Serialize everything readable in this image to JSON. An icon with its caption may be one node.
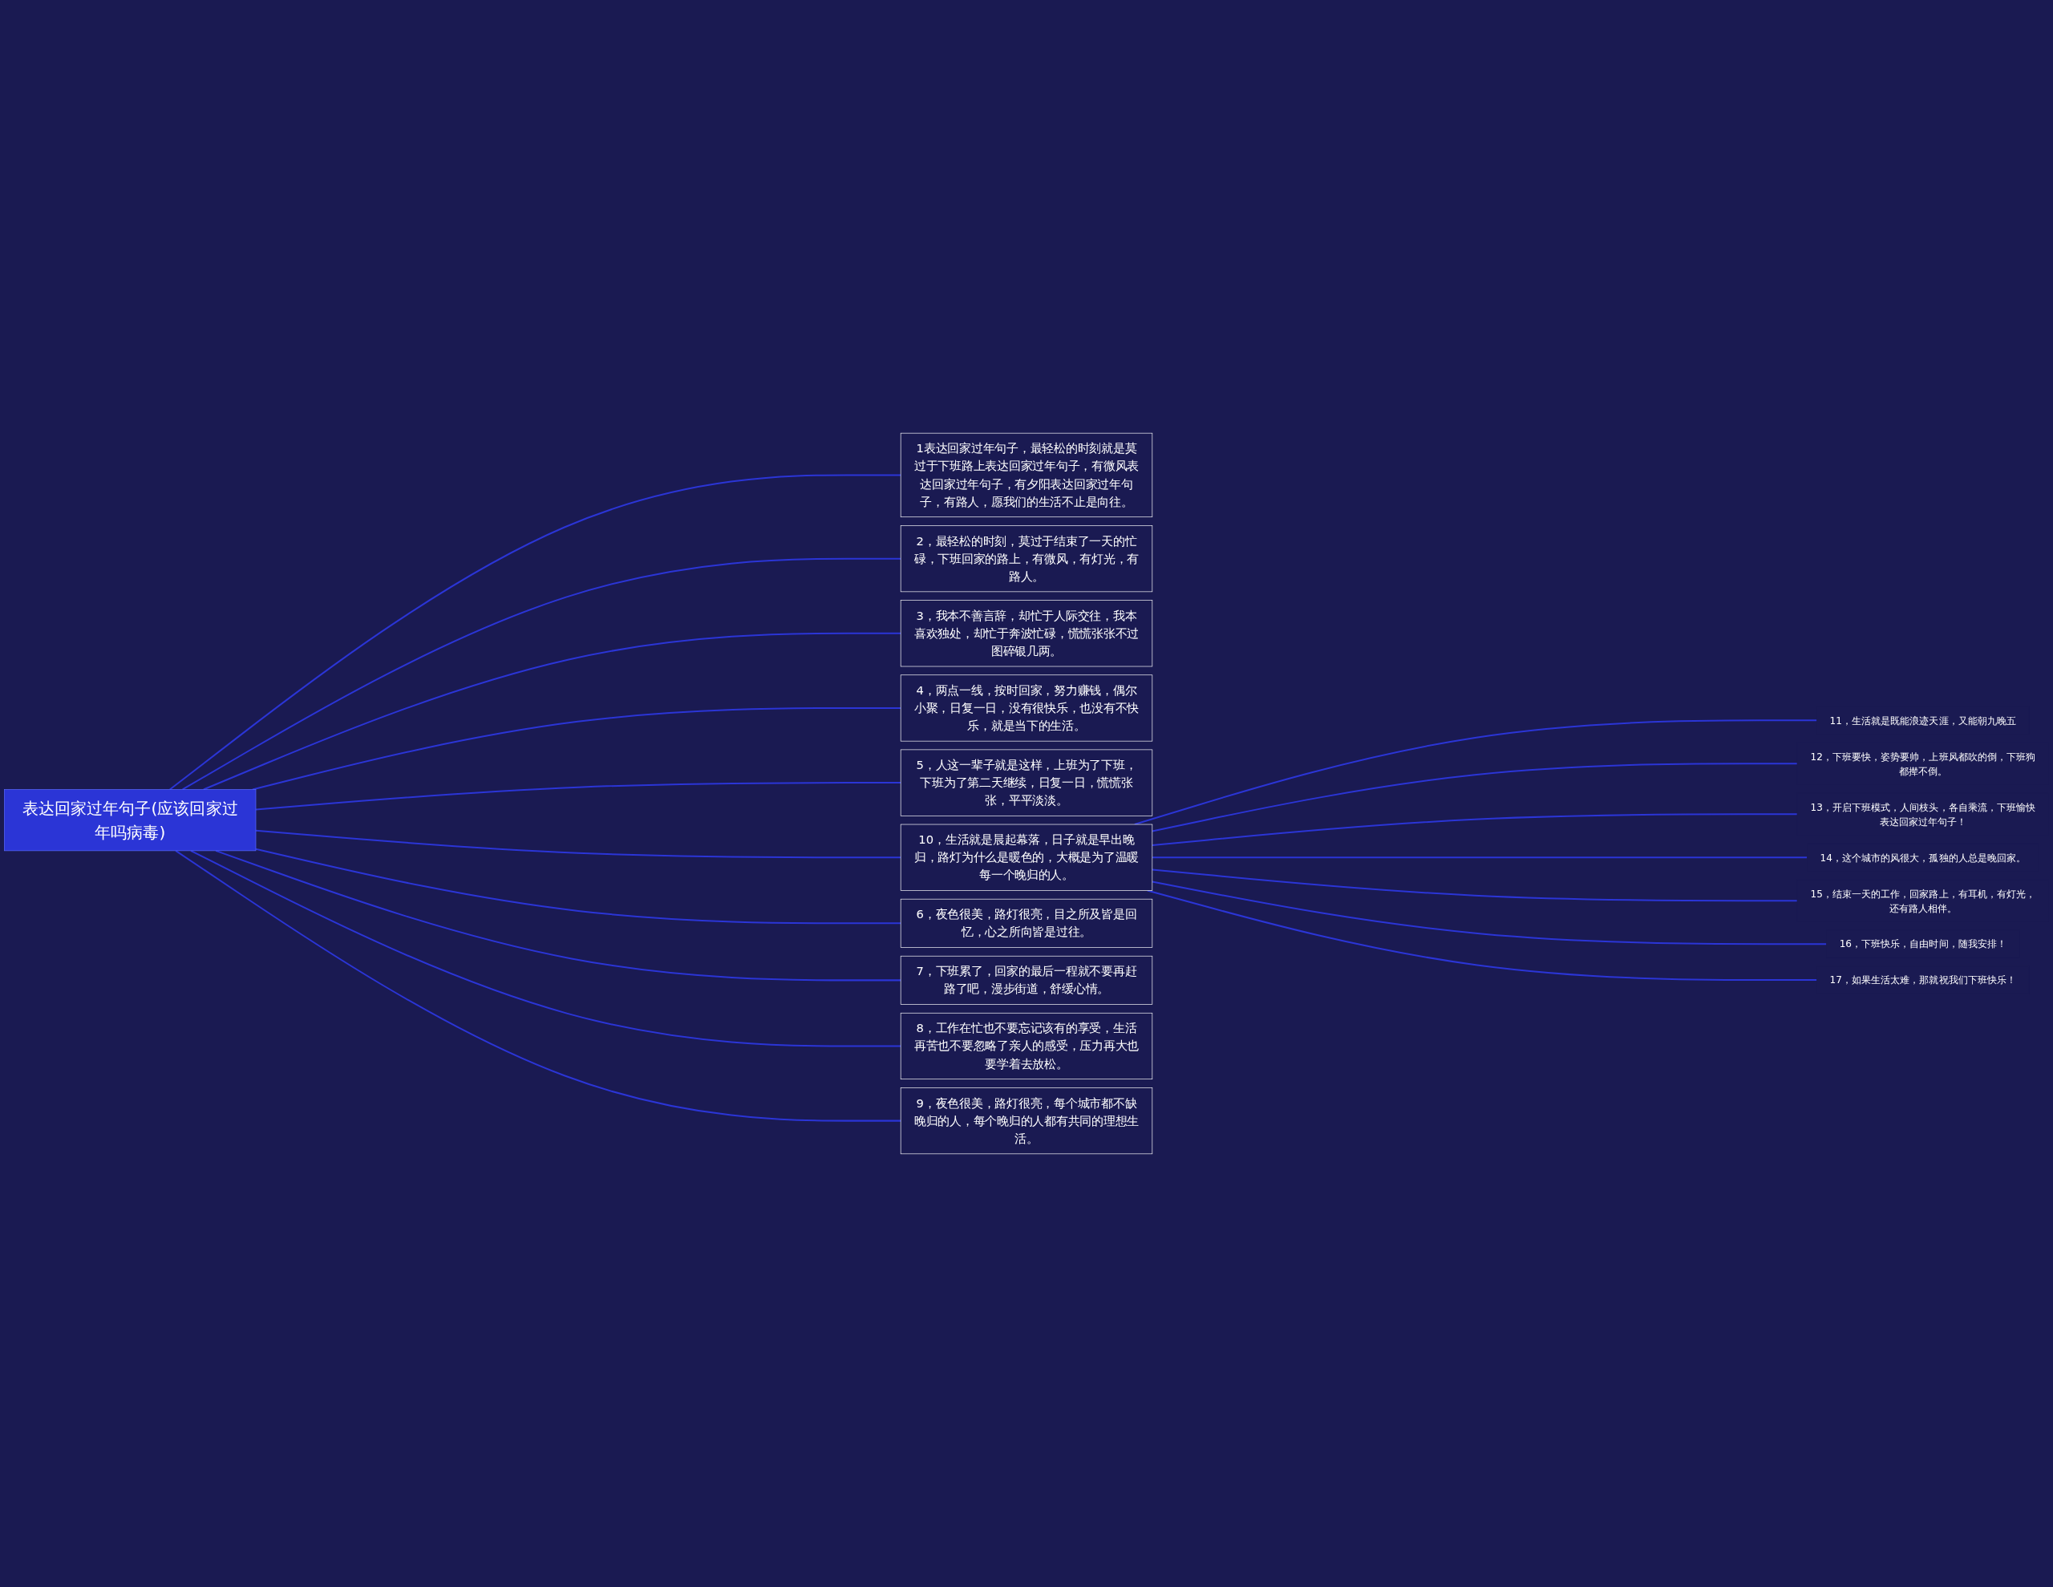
{
  "diagram": {
    "nodes": [
      {
        "text": [
          "表达回家过年句子(应该回家过年吗病毒)"
        ]
      },
      {
        "text": [
          "1表达回家过年句子，最轻松的时刻就是莫过于下班路上表达回家过年句子，有微风表达回家过年句子，有夕阳表达回家过年句子，有路人，愿我们的生活不止是向往。"
        ]
      },
      {
        "text": [
          "2，最轻松的时刻，莫过于结束了一天的忙碌，下班回家的路上，有微风，有灯光，有路人。"
        ]
      },
      {
        "text": [
          "3，我本不善言辞，却忙于人际交往，我本喜欢独处，却忙于奔波忙碌，慌慌张张不过图碎银几两。"
        ]
      },
      {
        "text": [
          "4，两点一线，按时回家，努力赚钱，偶尔小聚，日复一日，没有很快乐，也没有不快乐，就是当下的生活。"
        ]
      },
      {
        "text": [
          "5，人这一辈子就是这样，上班为了下班，下班为了第二天继续，日复一日，慌慌张张，平平淡淡。"
        ]
      },
      {
        "text": [
          "6，夜色很美，路灯很亮，目之所及皆是回忆，心之所向皆是过往。"
        ]
      },
      {
        "text": [
          "7，下班累了，回家的最后一程就不要再赶路了吧，漫步街道，舒缓心情。"
        ]
      },
      {
        "text": [
          "8，工作在忙也不要忘记该有的享受，生活再苦也不要忽略了亲人的感受，压力再大也要学着去放松。"
        ]
      },
      {
        "text": [
          "9，夜色很美，路灯很亮，每个城市都不缺晚归的人，每个晚归的人都有共同的理想生活。"
        ]
      },
      {
        "text": [
          "10，生活就是晨起幕落，日子就是早出晚归，路灯为什么是暖色的，大概是为了温暖每一个晚归的人。"
        ]
      },
      {
        "text": [
          "11，生活就是既能浪迹天涯，又能朝九晚五"
        ]
      },
      {
        "text": [
          "12，下班要快，姿势要帅，上班风都吹的倒，下班狗都撵不倒。"
        ]
      },
      {
        "text": [
          "13，开启下班模式，人间枝头，各自乘流，下班愉快表达回家过年句子！"
        ]
      },
      {
        "text": [
          "14，这个城市的风很大，孤独的人总是晚回家。"
        ]
      },
      {
        "text": [
          "15，结束一天的工作，回家路上，有耳机，有灯光，还有路人相伴。"
        ]
      },
      {
        "text": [
          "16，下班快乐，自由时间，随我安排！"
        ]
      },
      {
        "text": [
          "17，如果生活太难，那就祝我们下班快乐！"
        ]
      }
    ],
    "edges": [
      {
        "from": 0,
        "to": 1,
        "arrow": "none"
      },
      {
        "from": 0,
        "to": 2,
        "arrow": "none"
      },
      {
        "from": 0,
        "to": 3,
        "arrow": "none"
      },
      {
        "from": 0,
        "to": 4,
        "arrow": "none"
      },
      {
        "from": 0,
        "to": 5,
        "arrow": "none"
      },
      {
        "from": 0,
        "to": 6,
        "arrow": "none"
      },
      {
        "from": 0,
        "to": 7,
        "arrow": "none"
      },
      {
        "from": 0,
        "to": 8,
        "arrow": "none"
      },
      {
        "from": 0,
        "to": 9,
        "arrow": "none"
      },
      {
        "from": 0,
        "to": 10,
        "arrow": "none"
      },
      {
        "from": 10,
        "to": 11,
        "arrow": "none"
      },
      {
        "from": 10,
        "to": 12,
        "arrow": "none"
      },
      {
        "from": 10,
        "to": 13,
        "arrow": "none"
      },
      {
        "from": 10,
        "to": 14,
        "arrow": "none"
      },
      {
        "from": 10,
        "to": 15,
        "arrow": "none"
      },
      {
        "from": 10,
        "to": 16,
        "arrow": "none"
      },
      {
        "from": 10,
        "to": 17,
        "arrow": "none"
      }
    ]
  }
}
